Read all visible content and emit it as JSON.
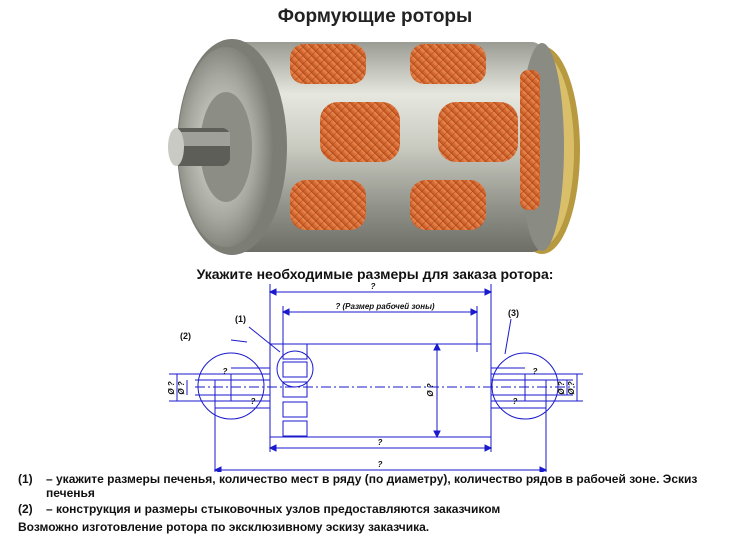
{
  "page": {
    "title": "Формующие роторы",
    "subtitle": "Укажите необходимые размеры для заказа ротора:"
  },
  "drawing": {
    "dims": {
      "overall_top": "?",
      "work_zone": "? (Размер рабочей зоны)",
      "body_diameter": "Ø ?",
      "body_length": "?",
      "overall_bottom": "?",
      "left_shaft_d1": "Ø ?",
      "left_shaft_d2": "Ø ?",
      "right_shaft_d1": "Ø ?",
      "right_shaft_d2": "Ø ?",
      "left_len_1": "?",
      "left_len_2": "?",
      "right_len_1": "?",
      "right_len_2": "?"
    },
    "callouts": [
      "(1)",
      "(2)",
      "(3)"
    ]
  },
  "notes": [
    {
      "num": "(1)",
      "text": "– укажите размеры печенья, количество мест в ряду (по диаметру), количество рядов в рабочей зоне. Эскиз печенья"
    },
    {
      "num": "(2)",
      "text": "– конструкция и размеры стыковочных узлов предоставляются заказчиком"
    }
  ],
  "final_note": "Возможно изготовление ротора по эксклюзивному эскизу заказчика.",
  "colors": {
    "line": "#1a1acc",
    "cavity": "#d9692c",
    "metal": "#c8c9c2"
  }
}
